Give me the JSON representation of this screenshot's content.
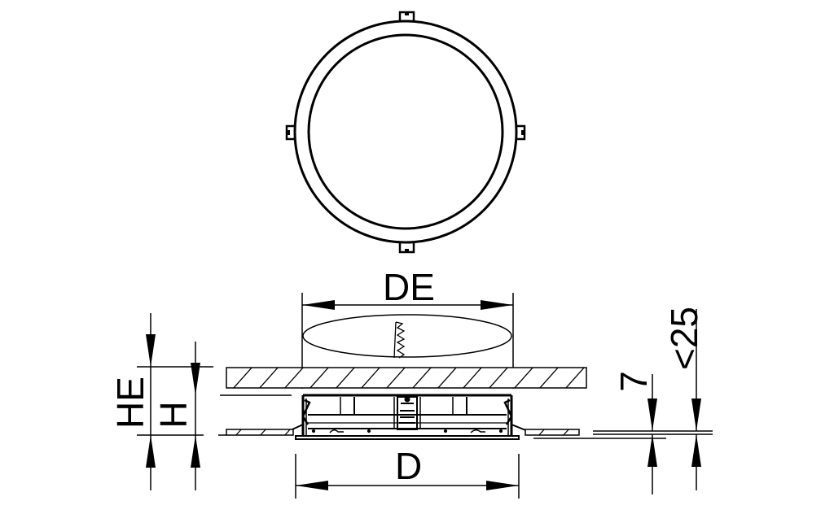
{
  "diagram": {
    "type": "technical-dimension-drawing",
    "subject": "recessed round downlight — top view and section",
    "line_color": "#000000",
    "background": "#ffffff",
    "views": [
      {
        "name": "top-view",
        "description": "circular luminaire with outer ring, inner aperture and four spring-clip tabs"
      },
      {
        "name": "side-section",
        "description": "luminaire recessed in ceiling cutout, ceiling slab hatched above, trim flange below"
      }
    ]
  },
  "dimensions": {
    "de": {
      "label": "DE",
      "meaning": "cut-out diameter"
    },
    "d": {
      "label": "D",
      "meaning": "outer diameter"
    },
    "he": {
      "label": "HE",
      "meaning": "recess height"
    },
    "h": {
      "label": "H",
      "meaning": "luminaire height"
    },
    "seven": {
      "label": "7",
      "meaning": "flange thickness"
    },
    "lt25": {
      "label": "<25",
      "meaning": "max ceiling thickness"
    }
  }
}
